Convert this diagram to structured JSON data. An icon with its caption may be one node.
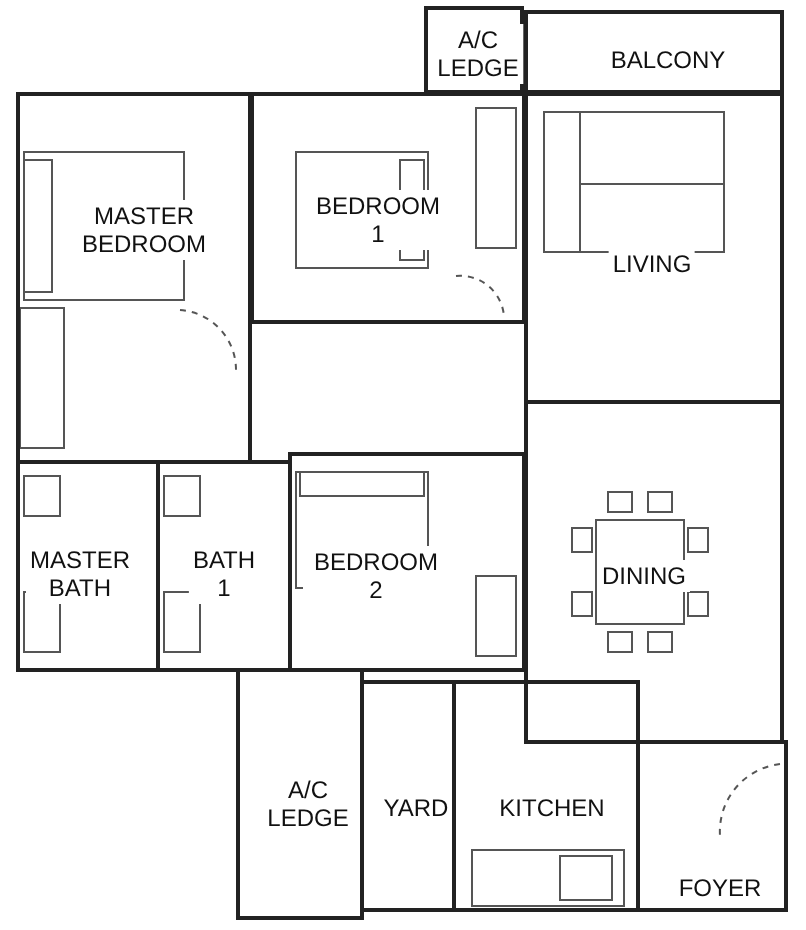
{
  "diagram": {
    "nodes": [
      {
        "text": [
          "A/C LEDGE"
        ]
      },
      {
        "text": [
          "BALCONY"
        ]
      },
      {
        "text": [
          "MASTER BEDROOM"
        ]
      },
      {
        "text": [
          "BEDROOM 1"
        ]
      },
      {
        "text": [
          "LIVING"
        ]
      },
      {
        "text": [
          "MASTER BATH"
        ]
      },
      {
        "text": [
          "BATH 1"
        ]
      },
      {
        "text": [
          "BEDROOM 2"
        ]
      },
      {
        "text": [
          "DINING"
        ]
      },
      {
        "text": [
          "A/C LEDGE"
        ]
      },
      {
        "text": [
          "YARD"
        ]
      },
      {
        "text": [
          "KITCHEN"
        ]
      },
      {
        "text": [
          "FOYER"
        ]
      }
    ]
  }
}
